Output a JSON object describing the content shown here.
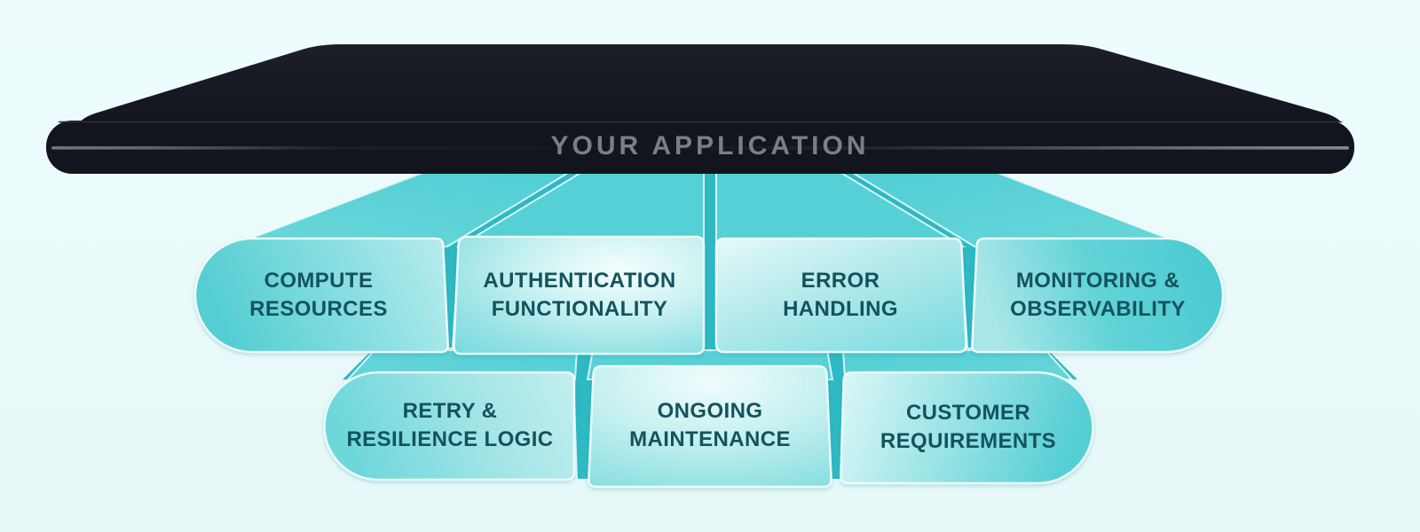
{
  "diagram": {
    "title_hidden": "",
    "platform": {
      "label": "YOUR APPLICATION"
    },
    "middle_row": [
      {
        "id": "compute-resources",
        "label": "COMPUTE\nRESOURCES"
      },
      {
        "id": "authentication-functionality",
        "label": "AUTHENTICATION\nFUNCTIONALITY"
      },
      {
        "id": "error-handling",
        "label": "ERROR\nHANDLING"
      },
      {
        "id": "monitoring-observability",
        "label": "MONITORING &\nOBSERVABILITY"
      }
    ],
    "bottom_row": [
      {
        "id": "retry-resilience-logic",
        "label": "RETRY &\nRESILIENCE LOGIC"
      },
      {
        "id": "ongoing-maintenance",
        "label": "ONGOING\nMAINTENANCE"
      },
      {
        "id": "customer-requirements",
        "label": "CUSTOMER\nREQUIREMENTS"
      }
    ],
    "colors": {
      "background": "#ebfbfa",
      "platform_dark": "#14161f",
      "platform_text_gray": "#7b7e86",
      "leg_teal": "#55d0d6",
      "stripe_teal": "#2eb9c3",
      "block_border_white": "#f0fcfc",
      "block_text_teal": "#14535e"
    }
  }
}
